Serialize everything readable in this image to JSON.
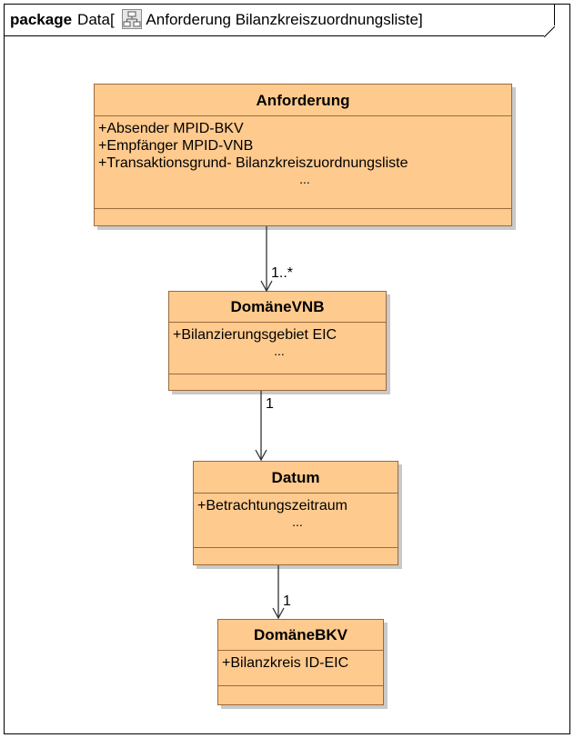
{
  "package": {
    "keyword": "package",
    "name": "Data[",
    "diagram_name": "Anforderung Bilanzkreiszuordnungsliste]",
    "icon": "class-diagram-icon"
  },
  "classes": [
    {
      "name": "Anforderung",
      "attributes": [
        "+Absender MPID-BKV",
        "+Empfänger MPID-VNB",
        "+Transaktionsgrund- Bilanzkreiszuordnungsliste"
      ],
      "ellipsis": "..."
    },
    {
      "name": "DomäneVNB",
      "attributes": [
        "+Bilanzierungsgebiet EIC"
      ],
      "ellipsis": "..."
    },
    {
      "name": "Datum",
      "attributes": [
        "+Betrachtungszeitraum"
      ],
      "ellipsis": "..."
    },
    {
      "name": "DomäneBKV",
      "attributes": [
        "+Bilanzkreis ID-EIC"
      ]
    }
  ],
  "associations": [
    {
      "multiplicity": "1..*"
    },
    {
      "multiplicity": "1"
    },
    {
      "multiplicity": "1"
    }
  ],
  "colors": {
    "class_fill": "#ffca8e",
    "class_border": "#9a6b3c",
    "shadow": "#c9c9c9"
  }
}
